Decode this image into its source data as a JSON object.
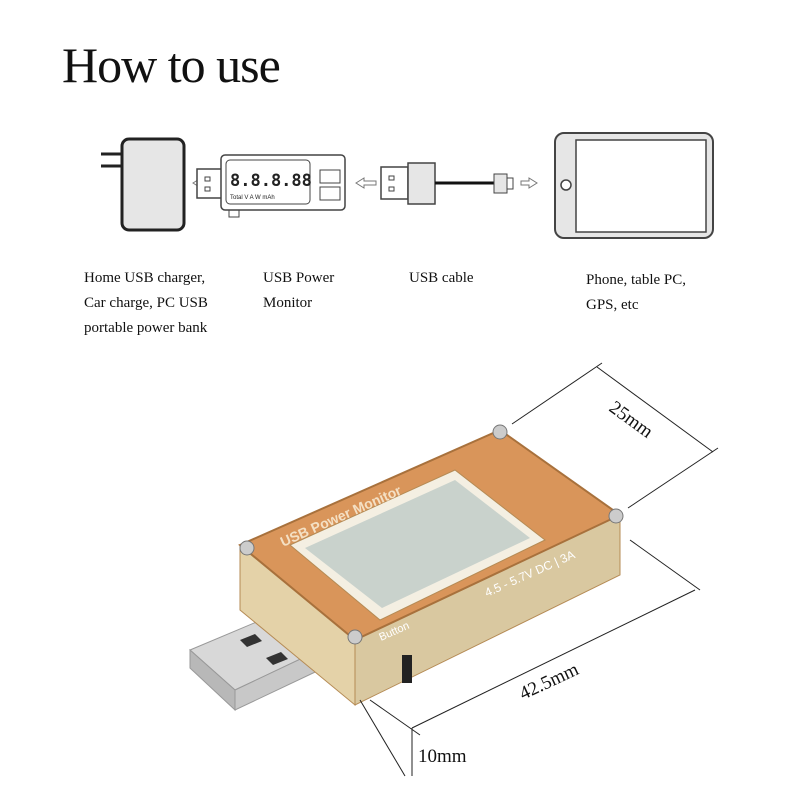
{
  "title": "How to use",
  "steps": [
    {
      "lines": [
        "Home USB charger,",
        "Car charge, PC USB",
        "portable power bank"
      ]
    },
    {
      "lines": [
        "USB Power",
        "Monitor"
      ]
    },
    {
      "lines": [
        "USB cable"
      ]
    },
    {
      "lines": [
        "Phone, table PC,",
        "GPS, etc"
      ]
    }
  ],
  "monitor_icon": {
    "digits": "8.8.8.88",
    "units": "Total  V  A  W  mAh"
  },
  "device": {
    "brand_label": "USB Power Monitor",
    "spec_label": "4.5 - 5.7V DC | 3A",
    "button_label": "Button"
  },
  "dimensions": {
    "width": "25mm",
    "length": "42.5mm",
    "height": "10mm"
  },
  "colors": {
    "board": "#d9955a",
    "lcd": "#c9d2cc",
    "outline": "#333333"
  }
}
